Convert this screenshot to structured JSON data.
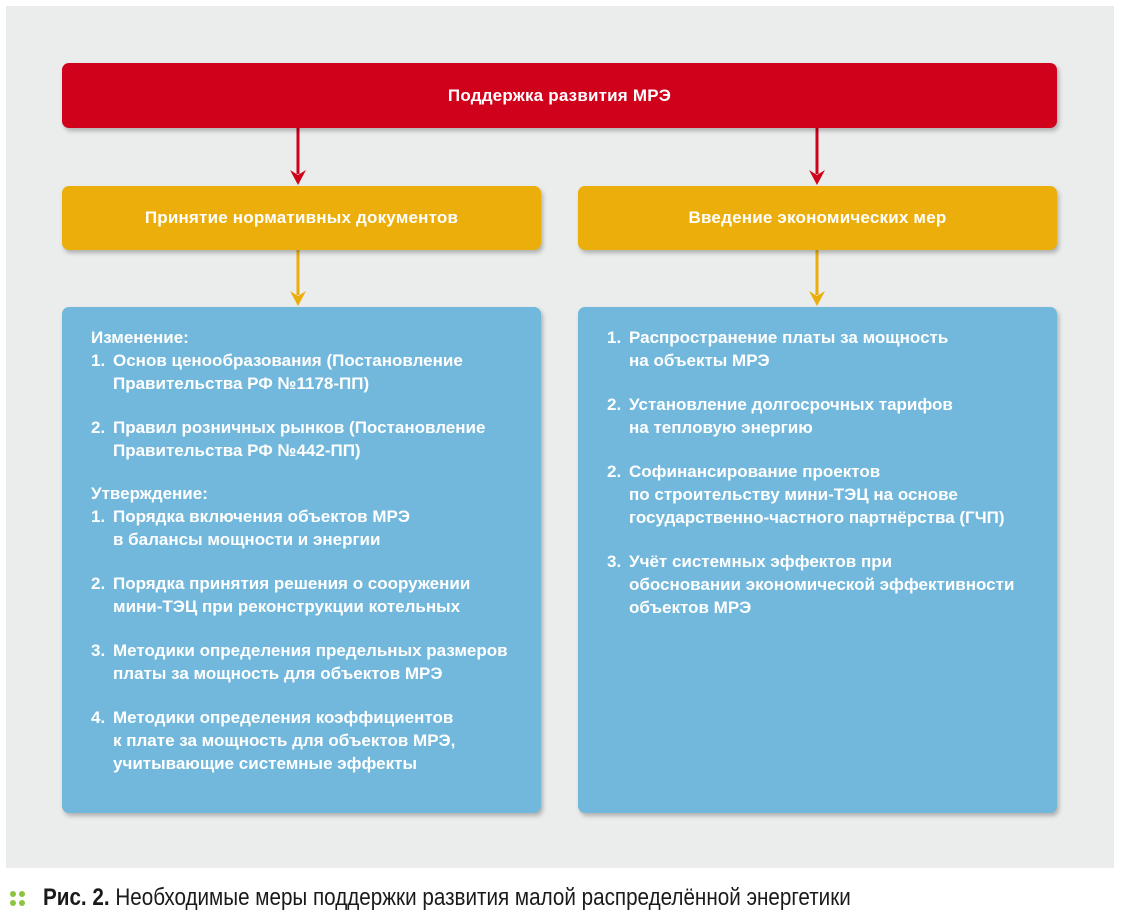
{
  "colors": {
    "panel": "#ebecec",
    "title_box": "#d0021b",
    "category_box": "#ebae0b",
    "content_box": "#72b8dc",
    "arrow_red": "#d0021b",
    "arrow_yellow": "#ebae0b",
    "caption_dots": "#8bc53f"
  },
  "diagram": {
    "title": "Поддержка развития МРЭ",
    "left": {
      "heading": "Принятие нормативных документов",
      "groups": [
        {
          "title": "Изменение:",
          "items": [
            {
              "num": "1.",
              "text": "Основ ценообразования (Постановление\nПравительства РФ №1178-ПП)"
            },
            {
              "num": "2.",
              "text": "Правил розничных рынков (Постановление\nПравительства РФ №442-ПП)"
            }
          ]
        },
        {
          "title": "Утверждение:",
          "items": [
            {
              "num": "1.",
              "text": "Порядка включения объектов МРЭ\nв балансы мощности и энергии"
            },
            {
              "num": "2.",
              "text": "Порядка принятия решения о сооружении\nмини-ТЭЦ при реконструкции котельных"
            },
            {
              "num": "3.",
              "text": "Методики определения предельных размеров\nплаты за мощность для объектов МРЭ"
            },
            {
              "num": "4.",
              "text": "Методики определения коэффициентов\nк плате за мощность для объектов МРЭ,\nучитывающие системные эффекты"
            }
          ]
        }
      ]
    },
    "right": {
      "heading": "Введение экономических мер",
      "items": [
        {
          "num": "1.",
          "text": "Распространение платы за мощность\nна объекты МРЭ"
        },
        {
          "num": "2.",
          "text": "Установление долгосрочных тарифов\nна тепловую энергию"
        },
        {
          "num": "2.",
          "text": "Софинансирование проектов\nпо строительству мини-ТЭЦ на основе\nгосударственно-частного партнёрства (ГЧП)"
        },
        {
          "num": "3.",
          "text": "Учёт системных эффектов при\nобосновании экономической эффективности\nобъектов МРЭ"
        }
      ]
    }
  },
  "caption": {
    "label": "Рис. 2.",
    "text": " Необходимые меры поддержки развития малой распределённой энергетики"
  }
}
